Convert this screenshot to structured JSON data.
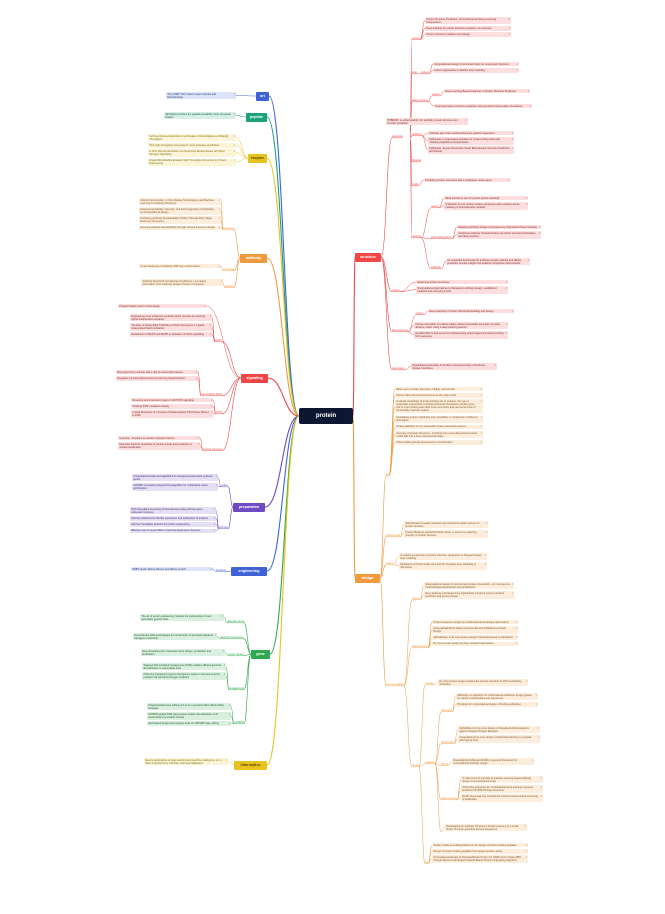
{
  "root": {
    "label": "protein"
  },
  "colors": {
    "art": "#3f63d7",
    "peptide": "#1aa37a",
    "enzyme": "#e8c31f",
    "antibody": "#f09a3e",
    "signaling": "#f04646",
    "preparation": "#6e4bc4",
    "engineering": "#3f63d7",
    "gene": "#2fa84f",
    "informatics": "#e8c31f",
    "structure": "#f04646",
    "design": "#f09a3e"
  },
  "branches": {
    "art": {
      "label": "art",
      "items": [
        "The LOSE* bolt model to open science and biotechnology"
      ]
    },
    "peptide": {
      "label": "peptide",
      "items": [
        "AlphaFold provides the peptide-to-stability route of peptide binders"
      ]
    },
    "enzyme": {
      "label": "enzyme",
      "items": [
        "Cell free Directed Evolution of a Protease in Microdroplets at Ultrahigh Throughput",
        "Ultra high throughput screening for novel protease specificities",
        "In Vitro Directed Evolution of a Restriction Endonuclease with More Stringent Specificity",
        "Droplet Microfluidics Enabled High Throughput Screening for Protein Engineering"
      ]
    },
    "antibody": {
      "label": "antibody",
      "subs": [
        {
          "label": "screening",
          "items": [
            "Animal Immunization, In Vitro Display Technologies, and Machine Learning for Antibody Discovery",
            "Engineering Stability, Viscosity, and Immunogenicity of Antibodies by Computational Design",
            "Predicting Antibody Developability Profiles Through Early Stage Discovery Screening",
            "Ensuring antibody developability through rational sequence design"
          ]
        },
        {
          "label": "clustering",
          "items": [
            "A new clustering of antibody CDR loop conformations"
          ]
        },
        {
          "label": "epitope",
          "items": [
            "Antibody Specific B-Cell Epitope Predictions: Leveraging Information From Antibody-Antigen Protein Complexes"
          ]
        }
      ]
    },
    "signaling": {
      "label": "signaling",
      "lead": "Programmable protein circuit design",
      "subs": [
        {
          "label": "Notch",
          "items": [
            "Engineering of an enhanced synthetic Notch receptor by reducing ligand-independent activation",
            "The Role of Intracellular Trafficking of Notch Receptors in Ligand-Independent Notch Activation",
            "Redefinition of MAPK and MAPK in activation of Notch signalling"
          ]
        },
        {
          "label": "transcription factor",
          "items": [
            "Reprogramming cell fate with a tool of transcription factors",
            "Regulation of transcription factor function by phosphorylation"
          ]
        },
        {
          "label": "STAT",
          "items": [
            "Dynamics and structural impact of JAK/STAT signalling",
            "Tracking STAT mediated ubiquity",
            "Crucial Structures of a Tyrosine Phosphorylated STAT Dimer Bound to DNA"
          ]
        },
        {
          "label": "nuclear transport",
          "items": [
            "Importins - functions as nuclear transport carriers",
            "Molecular basis for specificity of nuclear import and prediction of nuclear localization"
          ]
        }
      ]
    },
    "preparation": {
      "label": "preparation",
      "subs": [
        {
          "label": "codon",
          "items": [
            "Computational tools and algorithms for designing customized synthetic genes",
            "COSMO: A dynamic programming algorithm for multicriteria codon optimization"
          ]
        },
        {
          "label": "cell free",
          "items": [
            "High throughput screening of biomolecules using cell free gene expression systems",
            "Cell free platforms for flexible expression and purification of proteins",
            "Cell free translation systems for protein engineering",
            "Effective Use of Linear DNA in Cell-Free Expression Systems"
          ]
        }
      ]
    },
    "engineering": {
      "label": "engineering",
      "subs": [
        {
          "label": "literature",
          "items": [
            "PDB? Lipoid: Where We Are and Where to Go?"
          ]
        }
      ]
    },
    "gene": {
      "label": "gene",
      "subs": [
        {
          "label": "plasmid source",
          "items": [
            "The art of vector engineering: towards the construction of next-generation genetic tools"
          ]
        },
        {
          "label": "plasmid construction",
          "items": [
            "Recombinant DNA technologies for construction of precisely designed transgene constructs"
          ]
        },
        {
          "label": "vector control",
          "items": [
            "New developments in bacterial vector design, production and purification"
          ]
        },
        {
          "label": "mutagenesis",
          "items": [
            "Targeted AID-mediated mutagenesis (TAM) enables efficient genomic diversification in mammalian cells",
            "Achieving completed regions of sequence space in directed enzyme evolution via transferred trigger evolution"
          ]
        },
        {
          "label": "CRISPR",
          "items": [
            "Programmable base editing of A to G in genomic DNA without DNA cleavage",
            "CRISPR guided DNA polymerases enable diversification of all nucleotides in a tunable window",
            "Web-based design and analysis tools for CRISPR base editing"
          ]
        }
      ]
    },
    "informatics": {
      "label": "informatics",
      "items": [
        "Recent applications of deep learning and machine intelligence on in silico drug discovery methods, tools and databases"
      ]
    },
    "structure": {
      "label": "structure",
      "subs": [
        {
          "label": "prediction",
          "subs": [
            {
              "label": "review",
              "items": [
                "Protein Structure Prediction: Conventional and Deep Learning Perspectives",
                "Deep learning for protein structure prediction, an overview",
                "Protein structure prediction and design"
              ]
            },
            {
              "label": "loop",
              "subs": [
                {
                  "label": "review",
                  "items": [
                    "Computational design of structured loops for new protein functions",
                    "Current approaches to flexible loop modeling"
                  ]
                }
              ]
            },
            {
              "label": "deep learning",
              "subs": [
                {
                  "label": "review",
                  "items": [
                    "Deep Learning Based Advances in Protein Structure Prediction"
                  ]
                }
              ],
              "items": [
                "Improved protein structure prediction using predicted interresidue orientations"
              ]
            },
            {
              "label": "antibody",
              "lead": "PDBBIND: a unified platform for antibody protein structure and function prediction",
              "items": [
                "Antibody side chain conformations are position dependent",
                "PyRosetta: a script-based interface for implementing molecular modeling algorithms using Rosetta",
                "PyRosetta: Jupyter Notebooks Teach Biomolecular Structure Prediction and Design"
              ]
            },
            {
              "label": "Rosetta",
              "items": []
            },
            {
              "label": "Folds",
              "items": [
                "Predicting protein structures with a multiplayer online game"
              ]
            },
            {
              "label": "docking",
              "subs": [
                {
                  "label": "review",
                  "items": [
                    "What method to use for protein-protein docking?",
                    "Unification of new protein surface complexes with evolution-driven modeling of intermolecular contacts"
                  ]
                },
                {
                  "label": "information driven",
                  "items": [
                    "Modeling Antibody-Antigen Complexes by Information Driven Docking",
                    "Combined antibody characterization via classic structural information and deep learning"
                  ]
                },
                {
                  "label": "antibody",
                  "items": [
                    "An expanded benchmark for antibody-antigen docking and affinity prediction reveals insights into antibody recognition determinants"
                  ]
                }
              ]
            }
          ]
        },
        {
          "label": "review",
          "items": [
            "Measuring protein structures",
            "Computational approaches to therapeutic antibody design: established methods and emerging trends"
          ]
        },
        {
          "label": "deep learning",
          "subs": [
            {
              "label": "review",
              "items": [
                "Deep Learning in Protein Structural Modeling and Design"
              ]
            }
          ],
          "items": [
            "Precise estimation of residue relative solvent accessible area from Cα atom distance matrix using a deep learning method",
            "DeepRIn-MS: A web server for characterising protein-ligand interaction binding from sequence"
          ]
        },
        {
          "label": "description",
          "items": [
            "Quantitative Description of Surface Complementarity of Antibody-Antigen Interfaces"
          ]
        }
      ]
    },
    "design": {
      "label": "design",
      "subs": [
        {
          "label": "art",
          "items": [
            "Basic sets of protein structures, folding, and function",
            "Protein Nano-Structured structures at the origin of life",
            "A natural vocabulary of amino-binding site in proteins, the new. A systematic examination of physicochemical interactions cavities gives rise to more binding sites than more commonly and can found a few of functionally important regions",
            "Quantifying protein modularity and evolvability: a comparison of different techniques",
            "Tertiary alphabet for the observable protein structural universe",
            "Accuracy of protein structures - involving how a few-dimensional protein motifs falls into a three dimensional shape",
            "Protein folding blocks preserved by recombination"
          ]
        },
        {
          "label": "Gibbs/Cloak",
          "items": [
            "Gibbs/Cloak of nearby standard rule interactions about element of protein structure",
            "Protein Plasticity and Gibbs/Cloak (GCL): a server for exploring intensity of protein structure"
          ]
        },
        {
          "label": "board",
          "items": [
            "A realistic perspective of protein structure: application to Targeted-based loop modeling",
            "Modularity of Protein Folds as a Tool for Template Free Modeling of Structures"
          ]
        },
        {
          "label": "de novo design",
          "subs": [
            {
              "label": "review",
              "items": [
                "Computational design of novel protein-protein interactions - An overview on methodological approaches and applications",
                "Deep learning techniques have significantly impacted protein structure prediction and protein design"
              ]
            },
            {
              "label": "deep learning",
              "items": [
                "Protein sequence design by conformational landscape optimization",
                "Using AlphaFold for Rapid and Accurate Fixed Backbone Protein Design",
                "AlphaDesign: A de novo protein design framework based on AlphaFold",
                "De novo protein design by deep network hallucination"
              ]
            },
            {
              "label": "binder",
              "subs": [
                {
                  "label": "overlap",
                  "items": [
                    "De novo protein design enables the precise induction of VSV-neutralizing antibodies"
                  ]
                },
                {
                  "label": "antibody",
                  "subs": [
                    {
                      "label": "AbDesign",
                      "items": [
                        "AbDesign: An algorithm for combinatorial backbone design guided by natural conformations and sequences",
                        "Principles for computational design of binding antibodies"
                      ]
                    },
                    {
                      "label": "OptMAVEn",
                      "items": [
                        "OptMAVEn-2.0: De novo Design of Variable Antibody Regions against Targeted Antigen Epitopes",
                        "Computational de novo design of antibodies binding to a peptide with high af finity"
                      ]
                    },
                    {
                      "label": "RAbD",
                      "items": [
                        "RosettaAntibodyDesign (RAbD): A general framework for computational antibody design"
                      ]
                    },
                    {
                      "label": "deep learning",
                      "items": [
                        "In silico proof of principle of machine learning based antibody design at unconstrained scale",
                        "Optimizing properties for combinatorial deep learning improves prediction of CDR-H3 loop structures",
                        "DLAB: Deep learning methods for structure based virtual screening of antibodies"
                      ]
                    },
                    {
                      "label": "",
                      "items": [
                        "Redesigning an antibody H3 loop by virtual screening of a small library of human germline-derived sequences"
                      ]
                    }
                  ]
                },
                {
                  "label": "art",
                  "items": [
                    "Tertiary motifs as building blocks for the design of protein binding peptides",
                    "Design of protein binding peptides from target structure alone",
                    "Computational Design of Potential Binder Protein for SARS-CoV-2 Spike RBD through Altered Loop-Based Network-Based Protein Outgrowing Algorithm"
                  ]
                }
              ]
            }
          ]
        }
      ]
    }
  }
}
